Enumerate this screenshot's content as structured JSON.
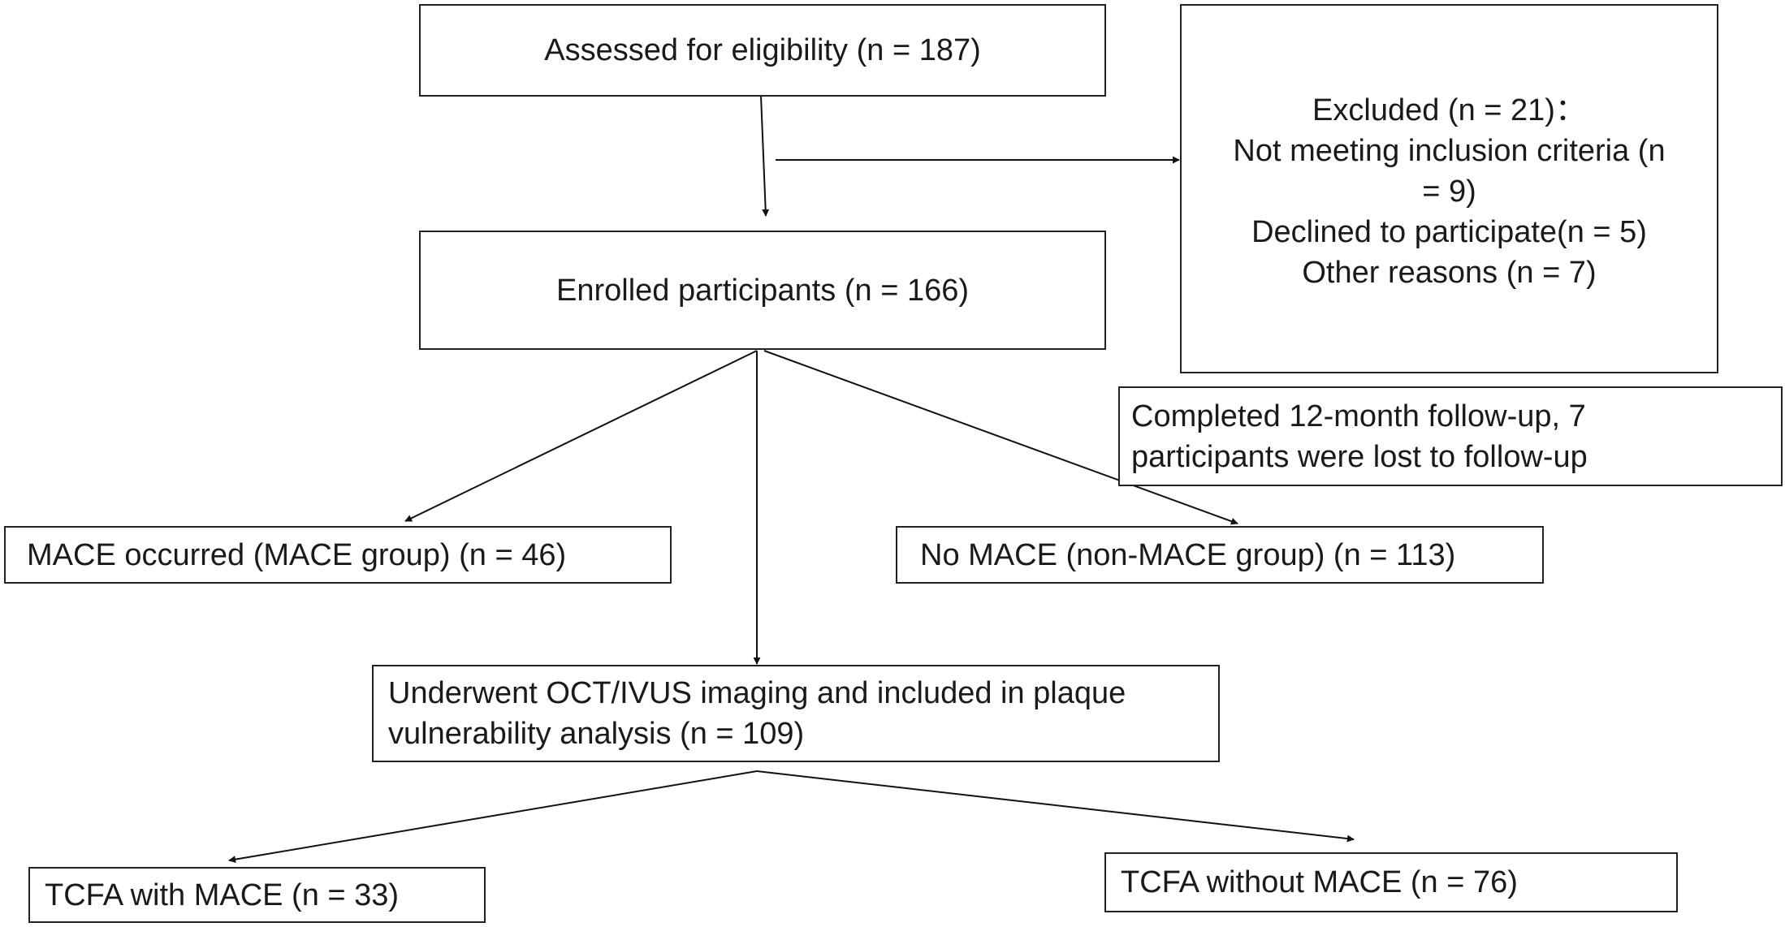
{
  "assessed": {
    "text": "Assessed for eligibility (n = 187)"
  },
  "excluded": {
    "lines": [
      "Excluded (n = 21)：",
      "Not meeting inclusion criteria (n",
      "= 9)",
      "Declined to participate(n = 5)",
      "Other reasons (n = 7)"
    ]
  },
  "enrolled": {
    "text": "Enrolled participants (n = 166)"
  },
  "followup": {
    "lines": [
      "Completed 12-month follow-up, 7",
      "participants were lost to follow-up"
    ]
  },
  "mace": {
    "text": "MACE occurred (MACE group) (n = 46)"
  },
  "non_mace": {
    "text": "No MACE (non-MACE group) (n = 113)"
  },
  "imaging": {
    "lines": [
      "Underwent OCT/IVUS imaging and included in plaque",
      "vulnerability analysis (n = 109)"
    ]
  },
  "tcfa_mace": {
    "text": "TCFA with MACE (n = 33)"
  },
  "tcfa_no_mace": {
    "text": "TCFA without MACE (n = 76)"
  }
}
